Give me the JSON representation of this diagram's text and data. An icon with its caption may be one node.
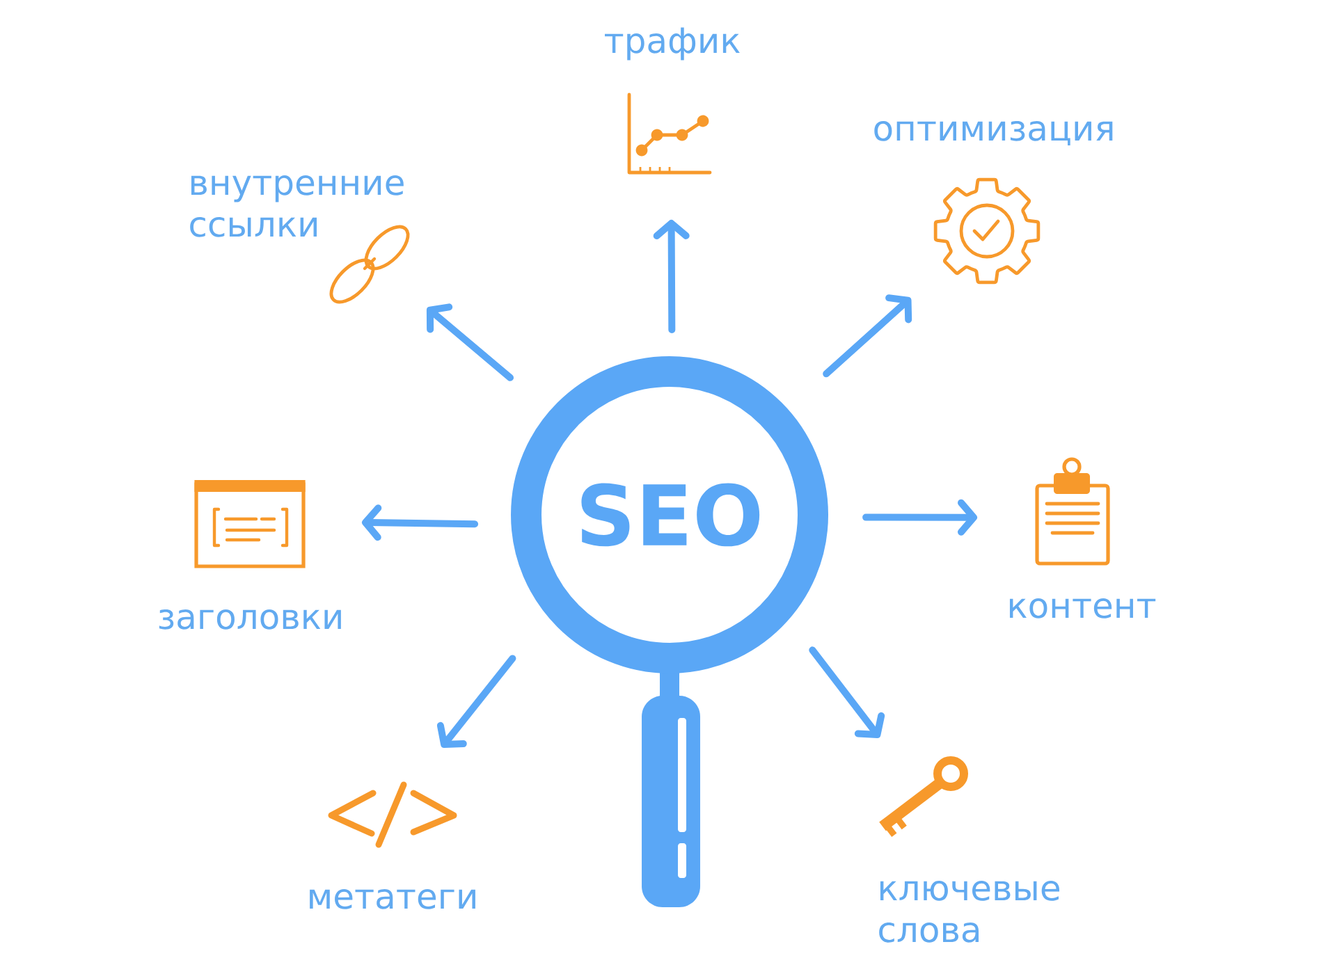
{
  "diagram": {
    "nodes": [
      {
        "text": [
          "SEO"
        ]
      },
      {
        "text": [],
        "shape": "picture",
        "beside": [
          "трафик"
        ]
      },
      {
        "text": [],
        "shape": "picture",
        "beside": [
          "оптимизация"
        ]
      },
      {
        "text": [],
        "shape": "picture",
        "beside": [
          "контент"
        ]
      },
      {
        "text": [],
        "shape": "picture",
        "beside": [
          "ключевые слова"
        ]
      },
      {
        "text": [],
        "shape": "picture",
        "beside": [
          "метатеги"
        ]
      },
      {
        "text": [],
        "shape": "picture",
        "beside": [
          "заголовки"
        ]
      },
      {
        "text": [],
        "shape": "picture",
        "beside": [
          "внутренние ссылки"
        ]
      }
    ],
    "edges": [
      {
        "from": 0,
        "to": 1,
        "arrow": "to"
      },
      {
        "from": 0,
        "to": 2,
        "arrow": "to"
      },
      {
        "from": 0,
        "to": 3,
        "arrow": "to"
      },
      {
        "from": 0,
        "to": 4,
        "arrow": "to"
      },
      {
        "from": 0,
        "to": 5,
        "arrow": "to"
      },
      {
        "from": 0,
        "to": 6,
        "arrow": "to"
      },
      {
        "from": 0,
        "to": 7,
        "arrow": "to"
      }
    ]
  }
}
